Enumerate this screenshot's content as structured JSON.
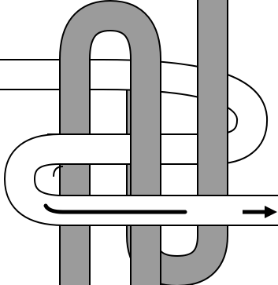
{
  "diagram": {
    "colors": {
      "background": "#ffffff",
      "grey_rope": "#9b9b9b",
      "white_rope": "#ffffff",
      "outline": "#000000",
      "path_marker": "#000000"
    },
    "ropes": [
      {
        "id": "grey-rope",
        "color_key": "grey_rope"
      },
      {
        "id": "white-rope",
        "color_key": "white_rope"
      }
    ],
    "markers": [
      {
        "id": "working-end-arrow",
        "type": "direction-arrow"
      },
      {
        "id": "working-end-path-line",
        "type": "traced-path"
      }
    ]
  }
}
